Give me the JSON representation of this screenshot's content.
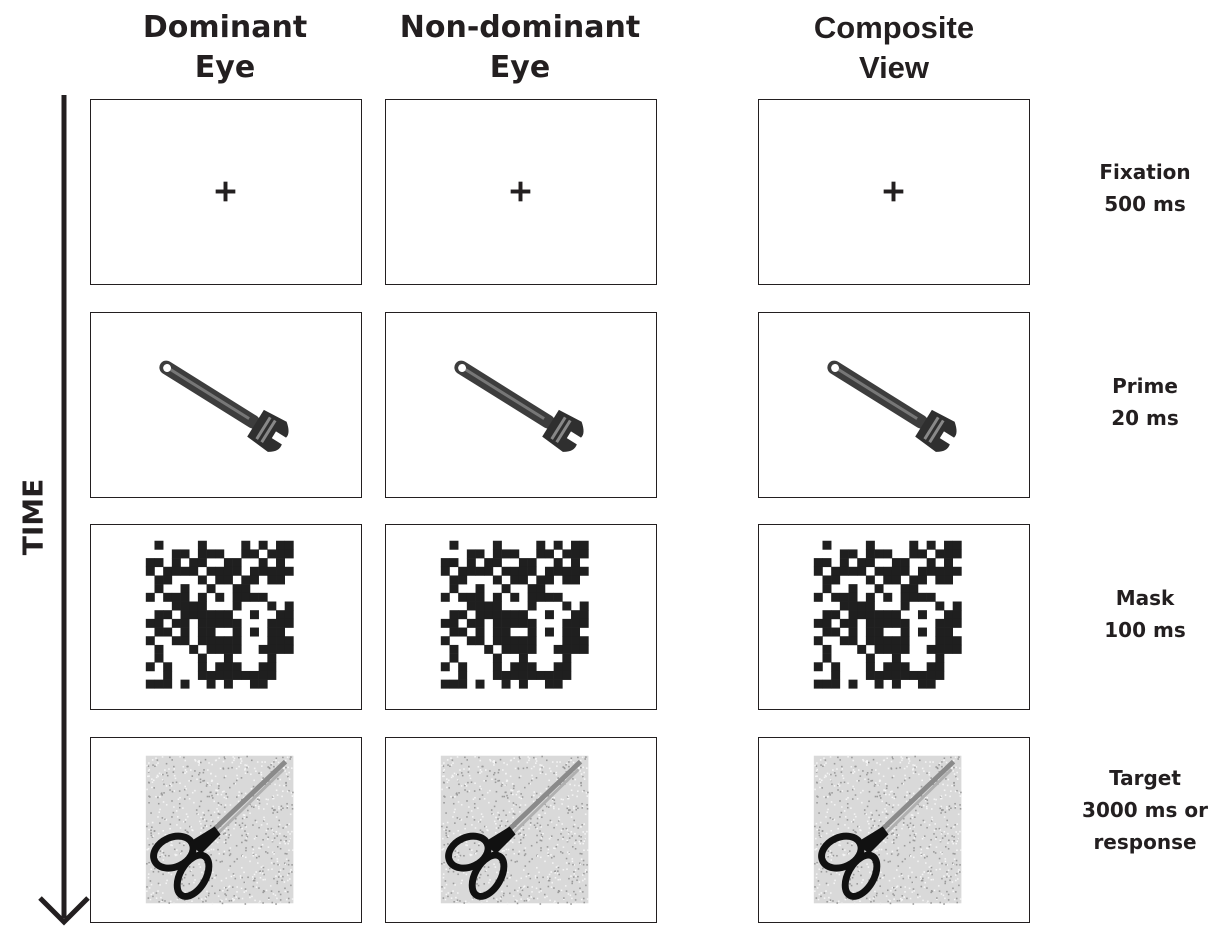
{
  "columns": [
    {
      "line1": "Dominant",
      "line2": "Eye"
    },
    {
      "line1": "Non-dominant",
      "line2": "Eye"
    },
    {
      "line1": "Composite",
      "line2": "View"
    }
  ],
  "rows": [
    {
      "stimulus": "fixation-cross",
      "label_line1": "Fixation",
      "label_line2": "500 ms",
      "label_line3": ""
    },
    {
      "stimulus": "wrench-icon",
      "label_line1": "Prime",
      "label_line2": "20 ms",
      "label_line3": ""
    },
    {
      "stimulus": "checkerboard-mask",
      "label_line1": "Mask",
      "label_line2": "100 ms",
      "label_line3": ""
    },
    {
      "stimulus": "scissors-icon",
      "label_line1": "Target",
      "label_line2": "3000 ms or",
      "label_line3": "response"
    }
  ],
  "time_axis": {
    "label": "TIME"
  },
  "colors": {
    "ink": "#231f20",
    "noise_bg": "#d9d9d9"
  }
}
